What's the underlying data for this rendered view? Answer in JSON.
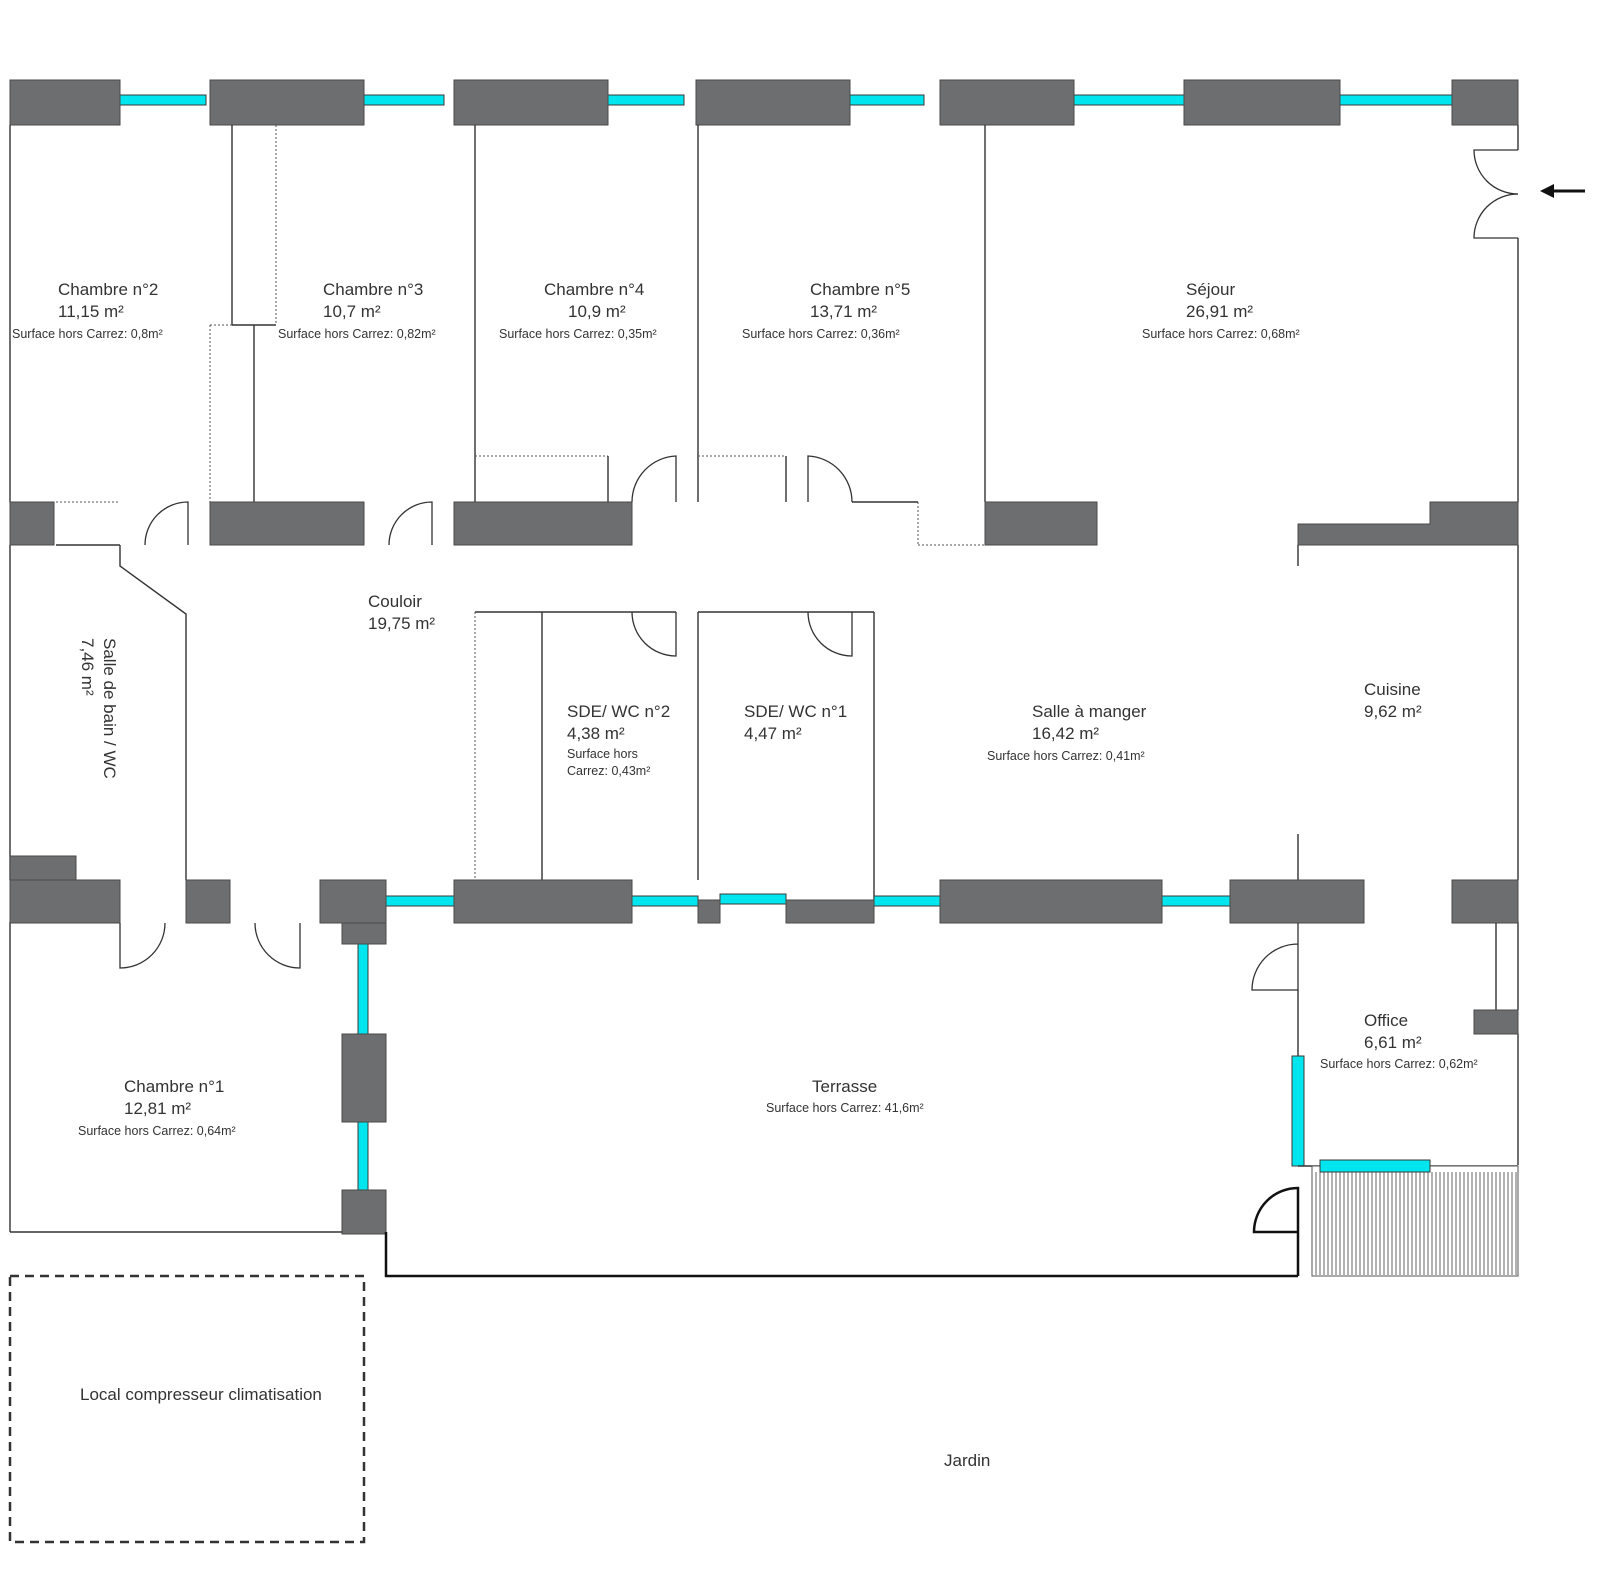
{
  "rooms": {
    "chambre2": {
      "name": "Chambre n°2",
      "area": "11,15  m²",
      "extra": "Surface hors Carrez: 0,8m²"
    },
    "chambre3": {
      "name": "Chambre n°3",
      "area": "10,7  m²",
      "extra": "Surface hors Carrez: 0,82m²"
    },
    "chambre4": {
      "name": "Chambre n°4",
      "area": "10,9  m²",
      "extra": "Surface hors Carrez: 0,35m²"
    },
    "chambre5": {
      "name": "Chambre n°5",
      "area": "13,71  m²",
      "extra": "Surface hors Carrez: 0,36m²"
    },
    "sejour": {
      "name": "Séjour",
      "area": "26,91  m²",
      "extra": "Surface hors Carrez: 0,68m²"
    },
    "couloir": {
      "name": "Couloir",
      "area": "19,75  m²"
    },
    "sdb": {
      "name": "Salle de bain / WC",
      "area": "7,46  m²"
    },
    "sde2": {
      "name": "SDE/ WC n°2",
      "area": "4,38  m²",
      "extra1": "Surface hors",
      "extra2": "Carrez: 0,43m²"
    },
    "sde1": {
      "name": "SDE/ WC n°1",
      "area": "4,47  m²"
    },
    "salle_manger": {
      "name": "Salle à manger",
      "area": "16,42  m²",
      "extra": "Surface hors Carrez: 0,41m²"
    },
    "cuisine": {
      "name": "Cuisine",
      "area": "9,62  m²"
    },
    "office": {
      "name": "Office",
      "area": "6,61  m²",
      "extra": "Surface hors Carrez: 0,62m²"
    },
    "chambre1": {
      "name": "Chambre n°1",
      "area": "12,81  m²",
      "extra": "Surface hors Carrez: 0,64m²"
    },
    "terrasse": {
      "name": "Terrasse",
      "extra": "Surface hors Carrez: 41,6m²"
    }
  },
  "labels": {
    "local": "Local compresseur climatisation",
    "jardin": "Jardin"
  },
  "colors": {
    "wall": "#6d6e70",
    "glass": "#00e5ee",
    "line": "#333333"
  },
  "icons": {
    "entrance": "arrow-left-icon"
  }
}
